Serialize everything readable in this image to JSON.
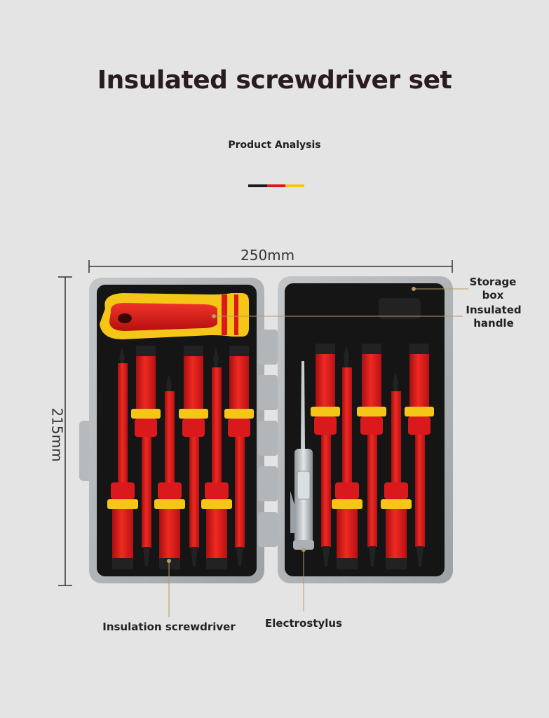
{
  "header": {
    "title": "Insulated screwdriver set",
    "subtitle": "Product Analysis",
    "flag_colors": [
      "#1b1b1b",
      "#d9191c",
      "#f5c518"
    ]
  },
  "dimensions": {
    "width_label": "250mm",
    "height_label": "215mm"
  },
  "callouts": {
    "storage_box": "Storage\nbox",
    "insulated_handle": "Insulated\nhandle",
    "insulation_screwdriver": "Insulation screwdriver",
    "electrostylus": "Electrostylus"
  },
  "colors": {
    "background": "#e4e4e4",
    "case_gray": "#a9adb0",
    "insulation_red": "#d9191c",
    "insulation_yellow": "#f5c518",
    "leader_line": "#b49a63"
  }
}
